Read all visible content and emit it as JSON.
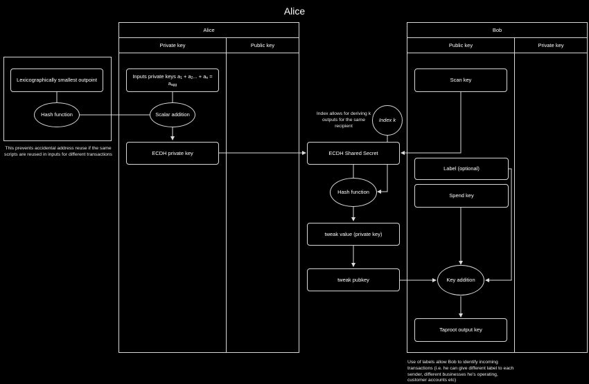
{
  "title": "Alice",
  "alice": {
    "header": "Alice",
    "private_col": "Private key",
    "public_col": "Public key"
  },
  "bob": {
    "header": "Bob",
    "public_col": "Public key",
    "private_col": "Private key"
  },
  "nodes": {
    "lex_outpoint": "Lexicographically smallest outpoint",
    "hash_fn_left": "Hash function",
    "inputs_prefix": "Inputs private keys a",
    "inputs_sub1": "1",
    "inputs_mid1": " + a",
    "inputs_sub2": "2",
    "inputs_mid2": "... + a",
    "inputs_sub3": "n",
    "inputs_mid3": " = a",
    "inputs_sub4": "agg",
    "scalar_addition": "Scalar addition",
    "ecdh_private": "ECDH private key",
    "ecdh_shared": "ECDH Shared Secret",
    "index_k": "Index k",
    "hash_fn_mid": "Hash function",
    "tweak_value": "tweak value (private key)",
    "tweak_pubkey": "tweak pubkey",
    "scan_key": "Scan key",
    "label": "Label (optional)",
    "spend_key": "Spend key",
    "key_addition": "Key addition",
    "taproot_output": "Taproot output key"
  },
  "notes": {
    "address_reuse": "This prevents accidental address reuse if the same scripts are reused in inputs for different transactions",
    "index_note": "Index allows for deriving k outputs for the same recipient",
    "labels_note": "Use of labels allow Bob to identify incoming transactions (i.e. he can give different label to each sender, different businesses he's operating, customer accounts etc)"
  }
}
